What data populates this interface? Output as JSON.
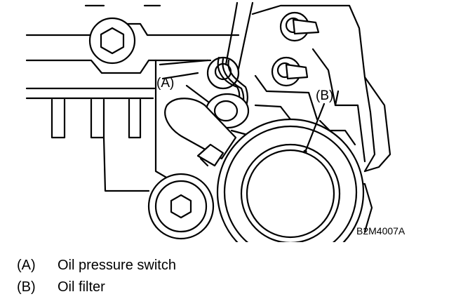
{
  "figure": {
    "code": "B2M4007A",
    "callouts": {
      "a": "(A)",
      "b": "(B)"
    }
  },
  "legend": [
    {
      "key": "(A)",
      "text": "Oil pressure switch"
    },
    {
      "key": "(B)",
      "text": "Oil filter"
    }
  ]
}
